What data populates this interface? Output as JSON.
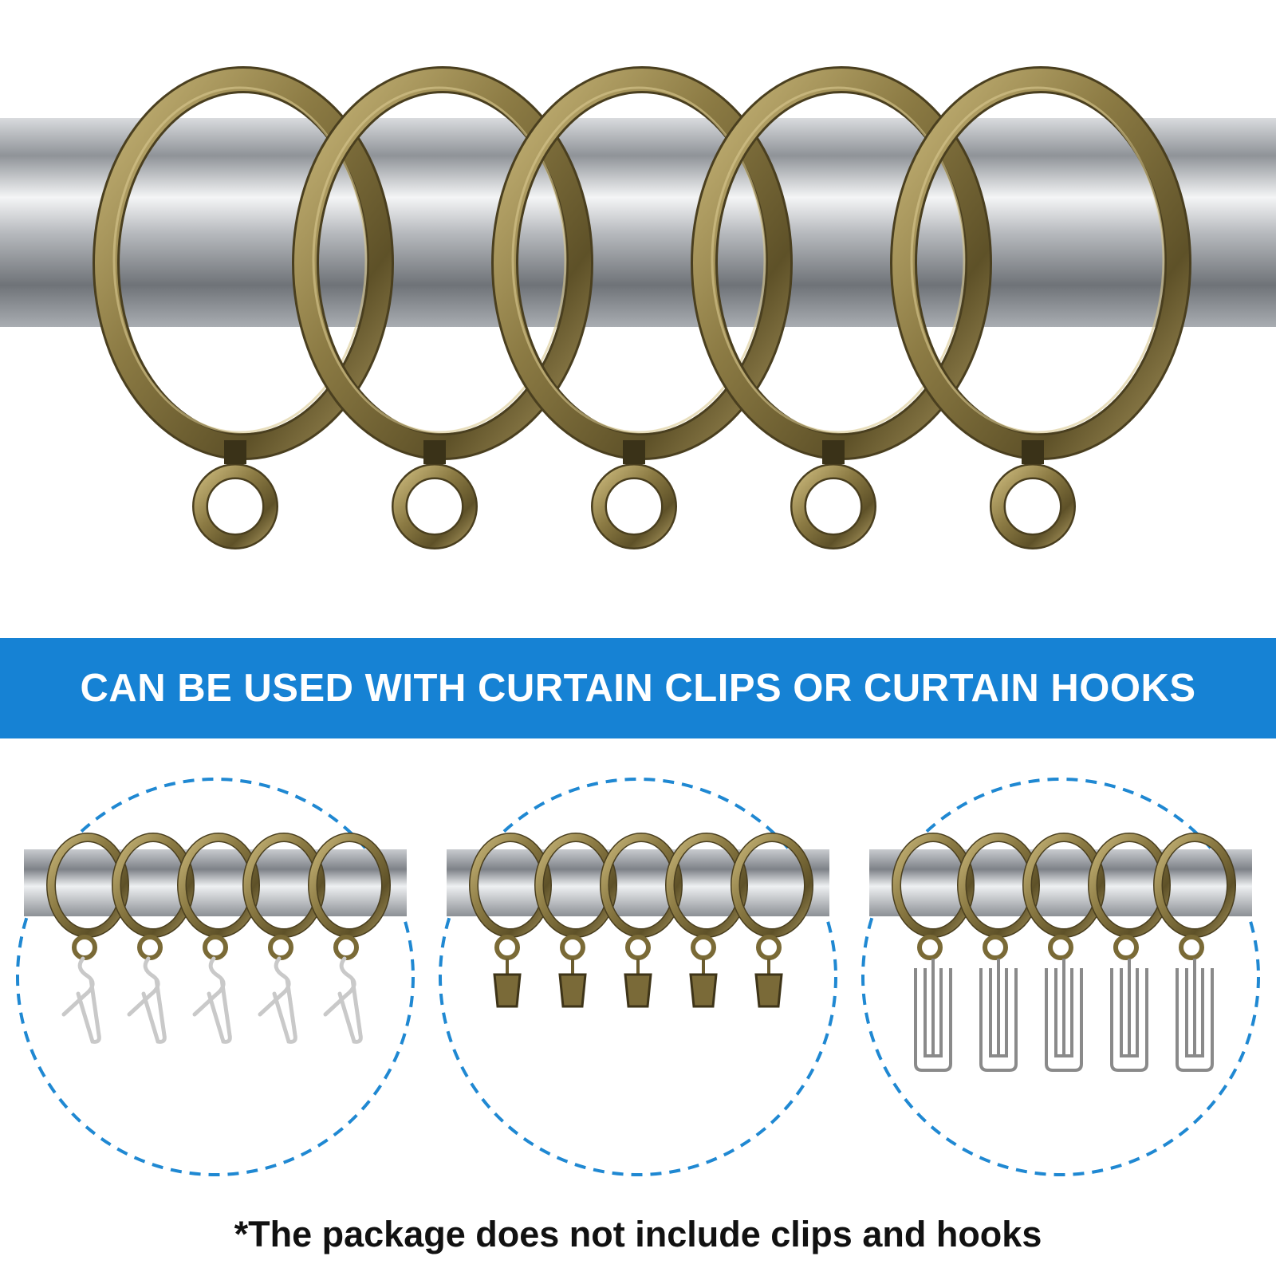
{
  "banner": {
    "text": "CAN BE USED WITH CURTAIN CLIPS OR CURTAIN HOOKS",
    "color": "#1682d4"
  },
  "footnote": {
    "text": "*The package does not include clips and hooks"
  },
  "colors": {
    "ring_bronze": "#8a7a45",
    "ring_dark": "#4a3f1f",
    "rod_silver": "#9a9ea3",
    "dashed_circle": "#1f88d2",
    "hook_steel": "#c9c9c9"
  },
  "hero": {
    "ring_count": 5
  },
  "options": [
    {
      "name": "pin-hooks-option",
      "attachment": "pin-hook"
    },
    {
      "name": "clips-option",
      "attachment": "clip"
    },
    {
      "name": "pleat-hooks-option",
      "attachment": "pleat-hook"
    }
  ]
}
